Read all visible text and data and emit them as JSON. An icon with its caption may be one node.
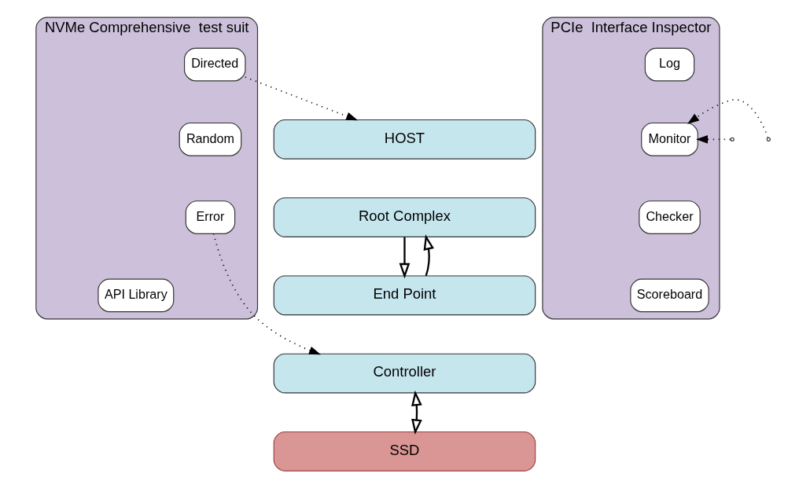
{
  "diagram": {
    "nodes": [
      {
        "text": [
          "NVMe Comprehensive  test suit"
        ]
      },
      {
        "text": [
          "Directed"
        ],
        "in": 0
      },
      {
        "text": [
          "Random"
        ],
        "in": 0
      },
      {
        "text": [
          "Error"
        ],
        "in": 0
      },
      {
        "text": [
          "API Library"
        ],
        "in": 0
      },
      {
        "text": [
          "HOST"
        ]
      },
      {
        "text": [
          "Root Complex"
        ]
      },
      {
        "text": [
          "End Point"
        ]
      },
      {
        "text": [
          "Controller"
        ]
      },
      {
        "text": [
          "SSD"
        ]
      },
      {
        "text": [
          "PCIe  Interface Inspector"
        ]
      },
      {
        "text": [
          "Log"
        ],
        "in": 10
      },
      {
        "text": [
          "Monitor"
        ],
        "in": 10
      },
      {
        "text": [
          "Checker"
        ],
        "in": 10
      },
      {
        "text": [
          "Scoreboard"
        ],
        "in": 10
      }
    ],
    "edges": [
      {
        "from": 1,
        "to": 5,
        "arrow": "to",
        "style": "dashed"
      },
      {
        "from": 6,
        "to": 7,
        "arrow": "to"
      },
      {
        "from": 7,
        "to": 6,
        "arrow": "to"
      },
      {
        "from": null,
        "to": 12,
        "arrow": "to",
        "style": "dashed"
      },
      {
        "from": null,
        "to": 12,
        "arrow": "to",
        "style": "dashed"
      },
      {
        "from": 3,
        "to": 8,
        "arrow": "to",
        "style": "dashed"
      },
      {
        "from": 8,
        "to": 9,
        "arrow": "both"
      }
    ]
  }
}
